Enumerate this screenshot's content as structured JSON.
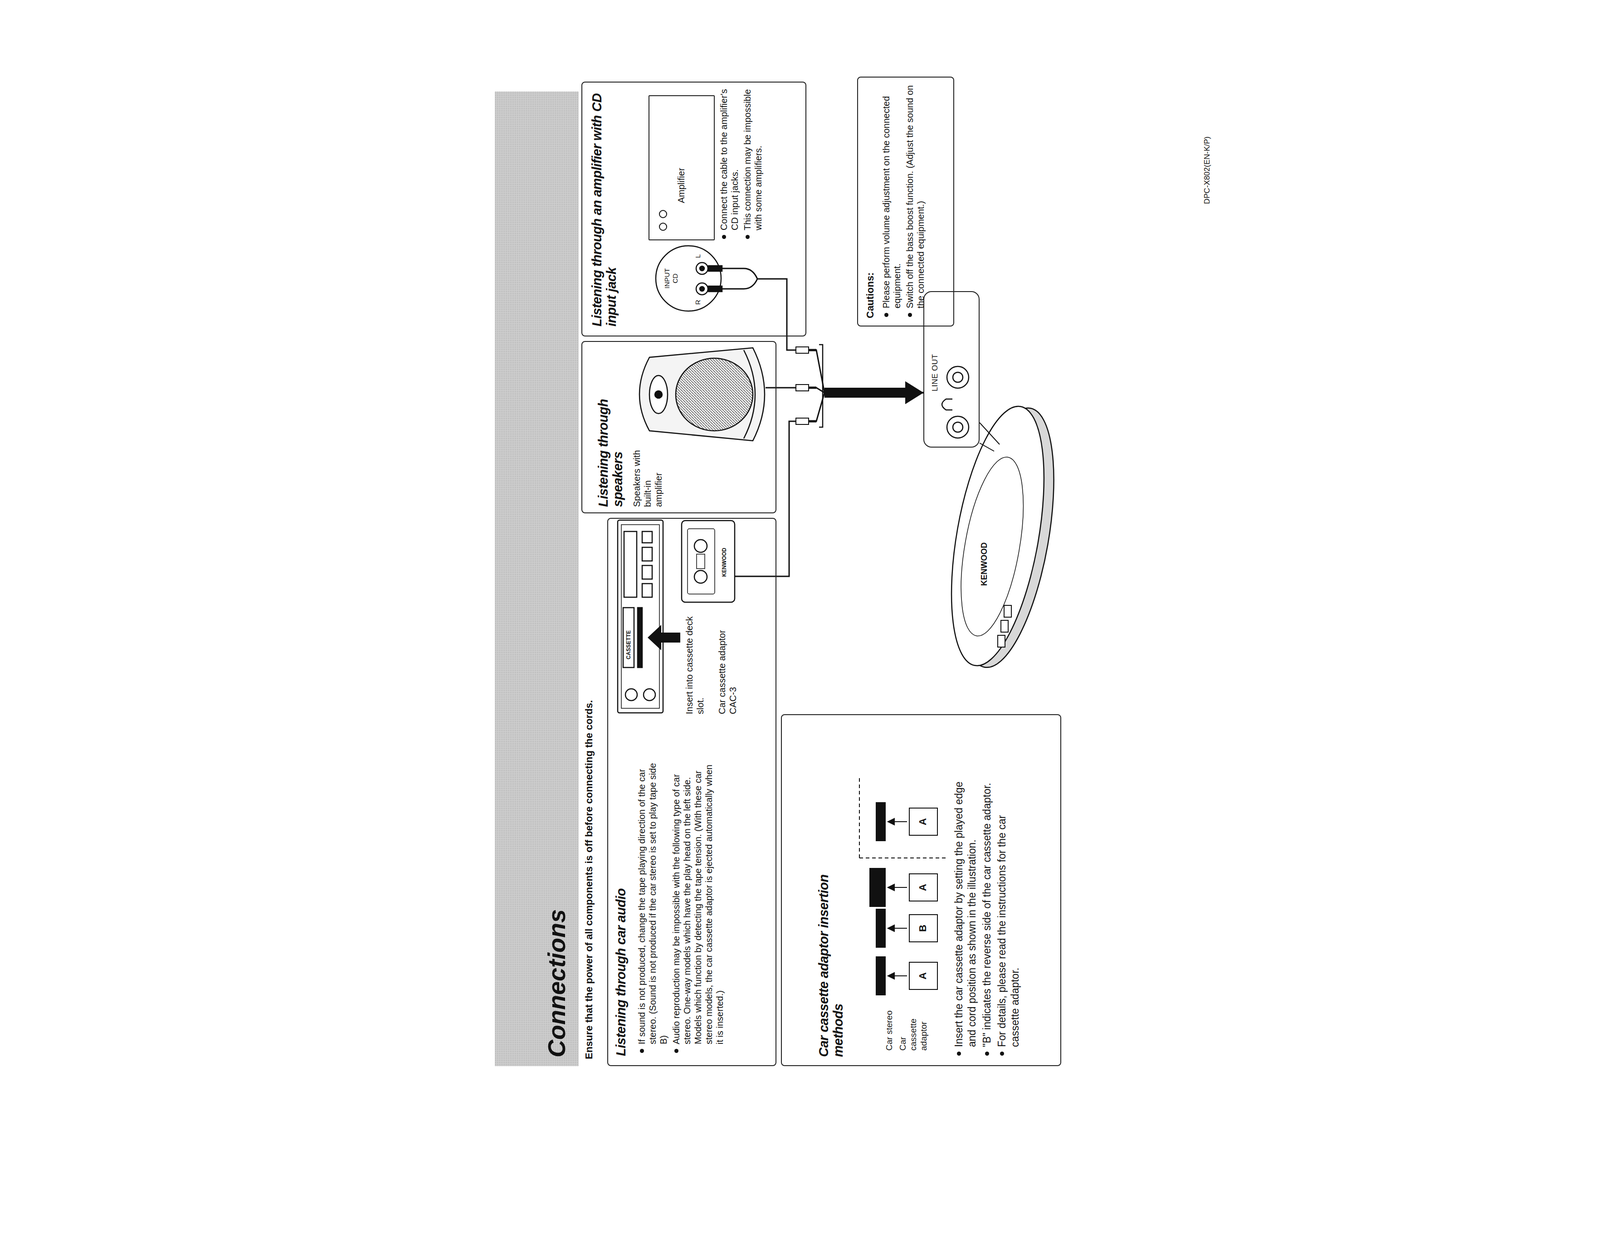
{
  "diagram": {
    "title": "Connections",
    "nodes": [
      {
        "text": [
          "Listening through car audio",
          "If sound is not produced, change the tape playing direction of the car stereo. (Sound is not produced if the car stereo is set to play tape side B)",
          "Audio reproduction may be impossible with the following type of car stereo. One-way models which have the play head on the left side. Models which function by detecting the tape tension. (With these car stereo models, the car cassette adaptor is ejected automatically when it is inserted.)"
        ]
      },
      {
        "text": [
          "Listening through speakers",
          "Speakers with built-in amplifier"
        ]
      },
      {
        "text": [
          "Listening through an amplifier with CD input jack",
          "Connect the cable to the amplifier's CD input jacks.",
          "This connection may be impossible with some amplifiers."
        ]
      },
      {
        "text": [
          "Amplifier"
        ],
        "in": 2
      },
      {
        "text": [
          "Car cassette adaptor insertion methods",
          "Insert the car cassette adaptor by setting the played edge and cord position as shown in the illustration.",
          "\"B\" indicates the reverse side of the car cassette adaptor.",
          "For details, please read the instructions for the car cassette adaptor."
        ]
      },
      {
        "text": [
          "LINE OUT"
        ]
      },
      {
        "text": [
          "Cautions:",
          "Please perform volume adjustment on the connected equipment.",
          "Switch off the bass boost function. (Adjust the sound on the connected equipment.)"
        ]
      }
    ],
    "edges": [
      {
        "from": 0,
        "to": 5,
        "arrow": "to"
      },
      {
        "from": 1,
        "to": 5,
        "arrow": "to"
      },
      {
        "from": 2,
        "to": 5,
        "arrow": "to"
      }
    ],
    "labels": [
      "Ensure that the power of all components is off before connecting the cords.",
      "CASSETTE",
      "Insert into cassette deck slot.",
      "KENWOOD",
      "Car cassette adaptor CAC-3",
      "INPUT CD",
      "R",
      "L",
      "Car stereo",
      "Car cassette adaptor",
      "A",
      "B",
      "A",
      "A",
      "KENWOOD",
      "DPC-X802(EN-K/P)"
    ]
  }
}
